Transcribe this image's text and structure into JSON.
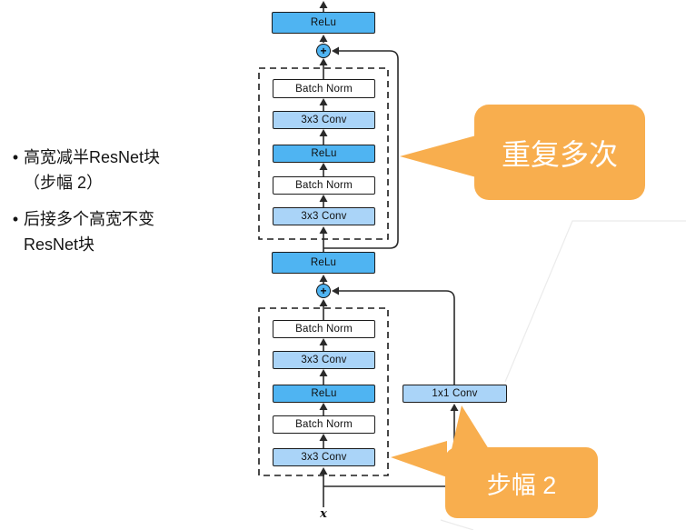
{
  "notes": {
    "bullet_char": "•",
    "item1_line1": "高宽减半ResNet块",
    "item1_line2": "（步幅 2）",
    "item2_line1": "后接多个高宽不变",
    "item2_line2": "ResNet块"
  },
  "diagram": {
    "output_relu_label": "ReLu",
    "middle_relu_label": "ReLu",
    "plus_symbol": "+",
    "top_block_layers": [
      "Batch Norm",
      "3x3 Conv",
      "ReLu",
      "Batch Norm",
      "3x3 Conv"
    ],
    "bottom_block_layers": [
      "Batch Norm",
      "3x3 Conv",
      "ReLu",
      "Batch Norm",
      "3x3 Conv"
    ],
    "conv_1x1_label": "1x1 Conv",
    "input_label": "x"
  },
  "callouts": {
    "repeat_label": "重复多次",
    "stride_label": "步幅 2"
  },
  "colors": {
    "relu_blue": "#4fb4f2",
    "conv_light_blue": "#aad4f8",
    "callout_orange": "#f8ae4e",
    "line_color": "#2a2a2a"
  }
}
